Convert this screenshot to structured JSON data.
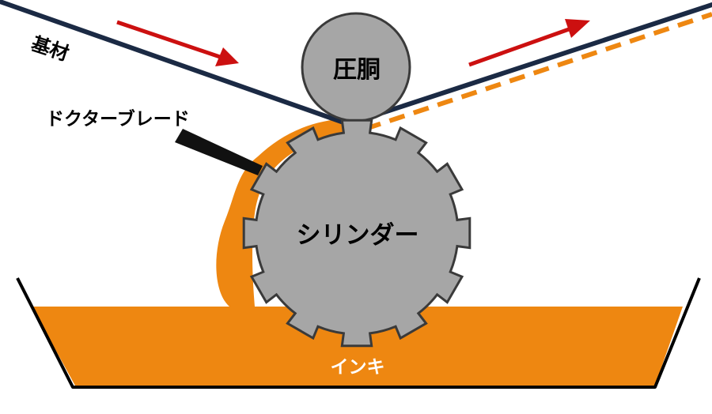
{
  "labels": {
    "substrate": "基材",
    "doctor_blade": "ドクターブレード",
    "impression_cylinder": "圧胴",
    "cylinder": "シリンダー",
    "ink": "インキ"
  },
  "colors": {
    "ink": "#ee8711",
    "cylinder_fill": "#a6a6a6",
    "outline": "#3a3a3a",
    "substrate": "#1b2a44",
    "arrow": "#cc1010",
    "blade": "#111111",
    "ink_label": "#ffffff"
  }
}
